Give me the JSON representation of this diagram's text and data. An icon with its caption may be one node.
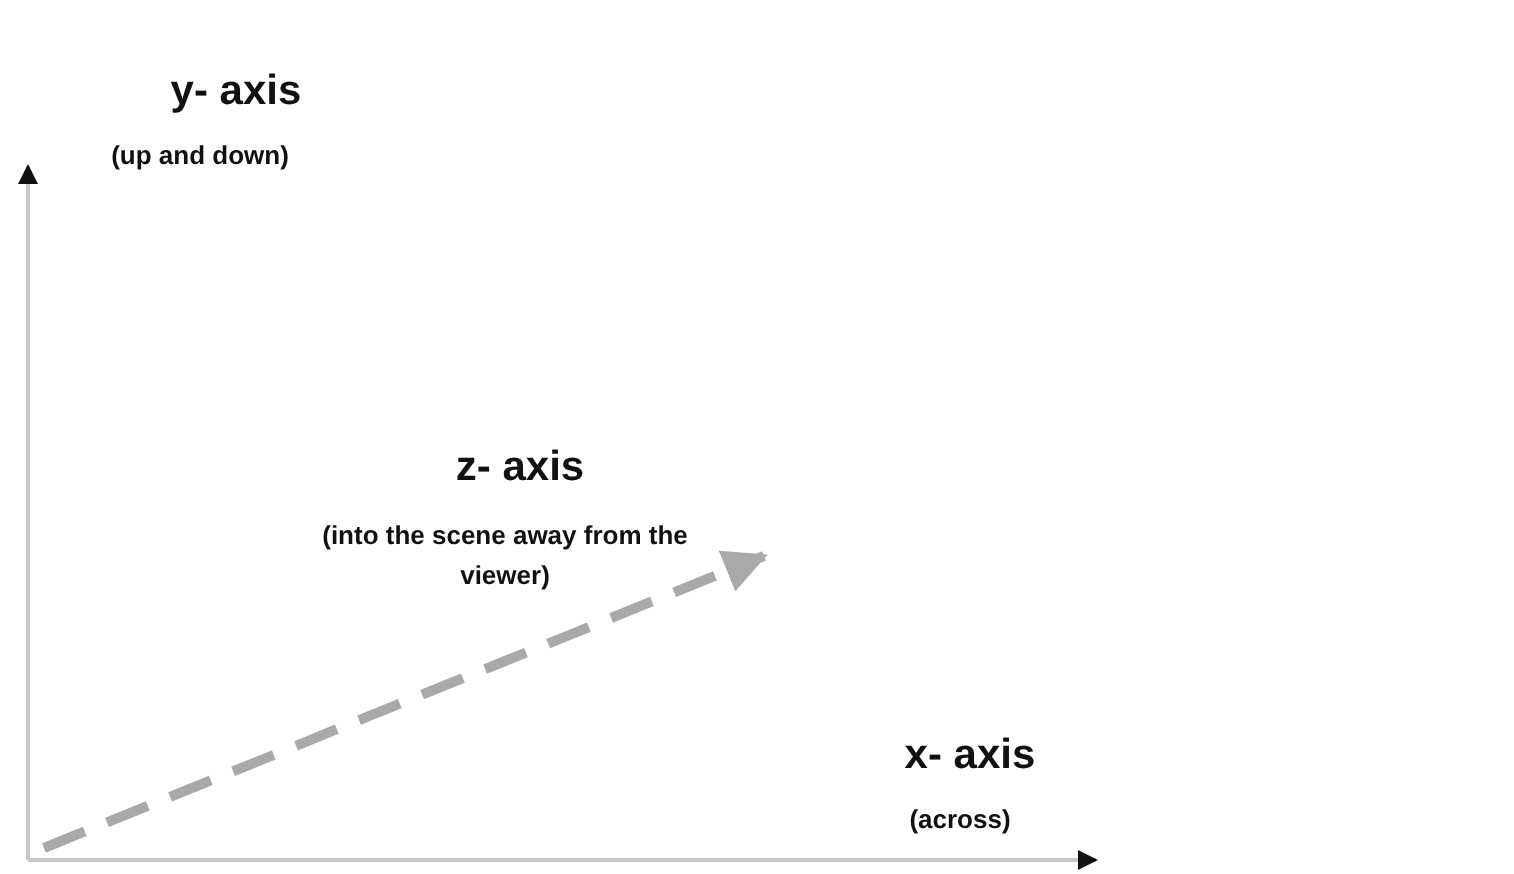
{
  "diagram": {
    "labels": [
      "y- axis",
      "(up and down)",
      "z- axis",
      "(into the scene away from the viewer)",
      "x- axis",
      "(across)"
    ]
  }
}
